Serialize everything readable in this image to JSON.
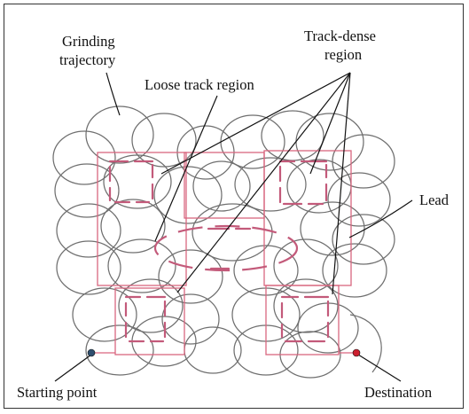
{
  "labels": {
    "grinding_trajectory_line1": "Grinding",
    "grinding_trajectory_line2": "trajectory",
    "loose_track_region": "Loose track region",
    "track_dense_line1": "Track-dense",
    "track_dense_line2": "region",
    "lead": "Lead",
    "starting_point": "Starting point",
    "destination": "Destination"
  },
  "colors": {
    "trajectory": "#6f6f6f",
    "region_outline": "#d9667f",
    "dense_tracks": "#c35a7a",
    "start_point": "#2f4f6f",
    "destination_point": "#cc1f2f"
  }
}
